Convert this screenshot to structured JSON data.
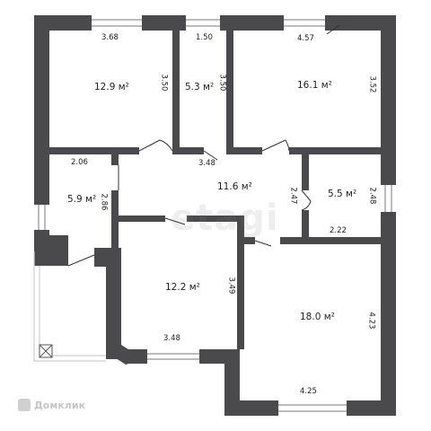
{
  "rooms": [
    {
      "id": "room1",
      "area": "12.9 м²"
    },
    {
      "id": "room2",
      "area": "5.3 м²"
    },
    {
      "id": "room3",
      "area": "16.1 м²"
    },
    {
      "id": "room4",
      "area": "5.9 м²"
    },
    {
      "id": "room5",
      "area": "11.6 м²"
    },
    {
      "id": "room6",
      "area": "5.5 м²"
    },
    {
      "id": "room7",
      "area": "12.2 м²"
    },
    {
      "id": "room8",
      "area": "18.0 м²"
    }
  ],
  "dimensions": [
    "3.68",
    "1.50",
    "4.57",
    "3.50",
    "3.50",
    "3.52",
    "2.06",
    "3.48",
    "2.86",
    "2.47",
    "2.48",
    "2.22",
    "3.49",
    "4.23",
    "3.48",
    "4.25"
  ],
  "watermark": "etagi",
  "brand": "Домклик",
  "colors": {
    "wall": "#4a4a4c",
    "window": "#ffffff",
    "balcony": "#d9d9d9"
  }
}
